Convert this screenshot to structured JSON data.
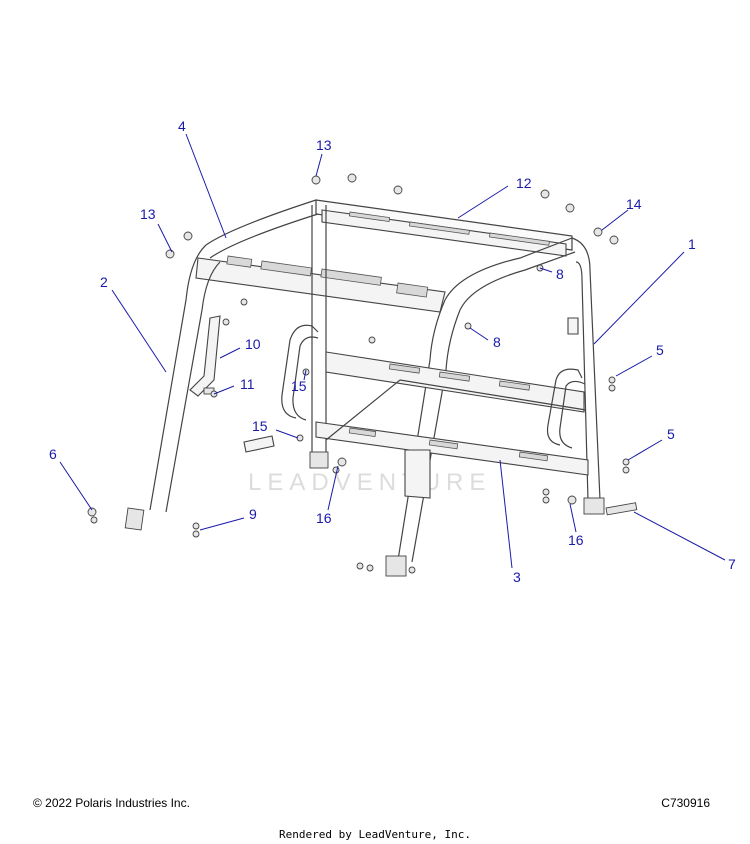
{
  "watermark": "LEADVENTURE",
  "callouts": [
    {
      "id": "c1",
      "label": "1"
    },
    {
      "id": "c2",
      "label": "2"
    },
    {
      "id": "c3",
      "label": "3"
    },
    {
      "id": "c4",
      "label": "4"
    },
    {
      "id": "c5a",
      "label": "5"
    },
    {
      "id": "c5b",
      "label": "5"
    },
    {
      "id": "c6",
      "label": "6"
    },
    {
      "id": "c7",
      "label": "7"
    },
    {
      "id": "c8a",
      "label": "8"
    },
    {
      "id": "c8b",
      "label": "8"
    },
    {
      "id": "c9",
      "label": "9"
    },
    {
      "id": "c10",
      "label": "10"
    },
    {
      "id": "c11",
      "label": "11"
    },
    {
      "id": "c12",
      "label": "12"
    },
    {
      "id": "c13a",
      "label": "13"
    },
    {
      "id": "c13b",
      "label": "13"
    },
    {
      "id": "c14",
      "label": "14"
    },
    {
      "id": "c15a",
      "label": "15"
    },
    {
      "id": "c15b",
      "label": "15"
    },
    {
      "id": "c16a",
      "label": "16"
    },
    {
      "id": "c16b",
      "label": "16"
    }
  ],
  "footer": {
    "copyright": "© 2022 Polaris Industries Inc.",
    "code": "C730916",
    "rendered_by": "Rendered by LeadVenture, Inc."
  },
  "colors": {
    "callout": "#1a1aa8",
    "line": "#444444"
  }
}
